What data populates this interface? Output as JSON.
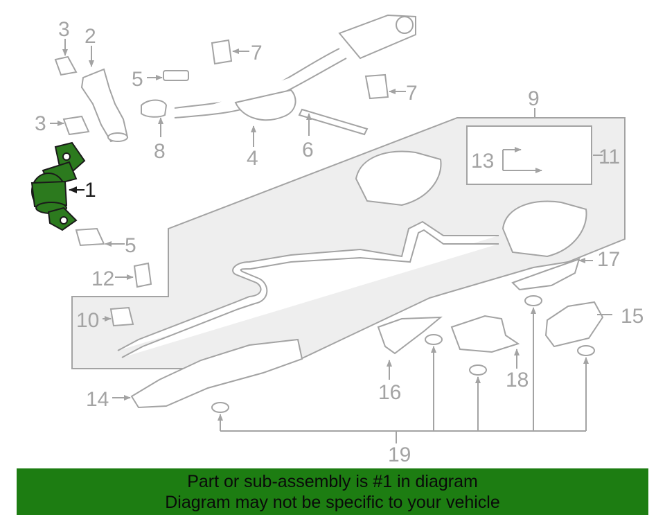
{
  "diagram": {
    "callouts": {
      "c1": "1",
      "c2": "2",
      "c3a": "3",
      "c3b": "3",
      "c4": "4",
      "c5a": "5",
      "c5b": "5",
      "c6": "6",
      "c7a": "7",
      "c7b": "7",
      "c8": "8",
      "c9": "9",
      "c10": "10",
      "c11": "11",
      "c12": "12",
      "c13": "13",
      "c14": "14",
      "c15": "15",
      "c16": "16",
      "c17": "17",
      "c18": "18",
      "c19": "19"
    },
    "highlight_color": "#2c7a1e",
    "line_color": "#a3a3a3"
  },
  "banner": {
    "line1": "Part or sub-assembly is #1 in diagram",
    "line2": "Diagram may not be specific to your vehicle",
    "background": "#1d7d12"
  }
}
